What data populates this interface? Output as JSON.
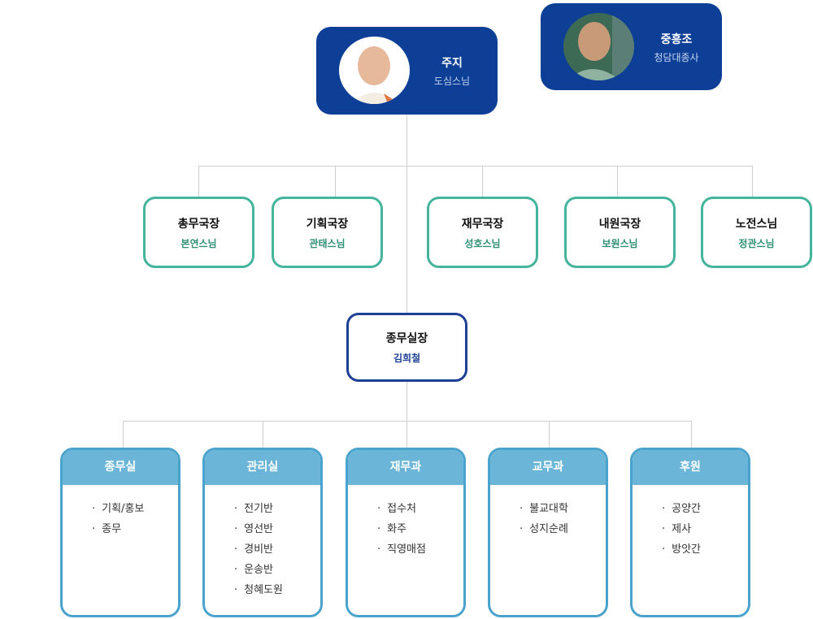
{
  "abbot": {
    "title": "주지",
    "name": "도심스님"
  },
  "founder": {
    "title": "중흥조",
    "name": "청담대종사"
  },
  "directors": [
    {
      "title": "총무국장",
      "name": "본연스님"
    },
    {
      "title": "기획국장",
      "name": "관태스님"
    },
    {
      "title": "재무국장",
      "name": "성호스님"
    },
    {
      "title": "내원국장",
      "name": "보원스님"
    },
    {
      "title": "노전스님",
      "name": "정관스님"
    }
  ],
  "office_head": {
    "title": "종무실장",
    "name": "김희철"
  },
  "departments": [
    {
      "title": "종무실",
      "items": [
        "기획/홍보",
        "종무"
      ]
    },
    {
      "title": "관리실",
      "items": [
        "전기반",
        "영선반",
        "경비반",
        "운송반",
        "청혜도원"
      ]
    },
    {
      "title": "재무과",
      "items": [
        "접수처",
        "화주",
        "직영매점"
      ]
    },
    {
      "title": "교무과",
      "items": [
        "불교대학",
        "성지순례"
      ]
    },
    {
      "title": "후원",
      "items": [
        "공양간",
        "제사",
        "방앗간"
      ]
    }
  ]
}
